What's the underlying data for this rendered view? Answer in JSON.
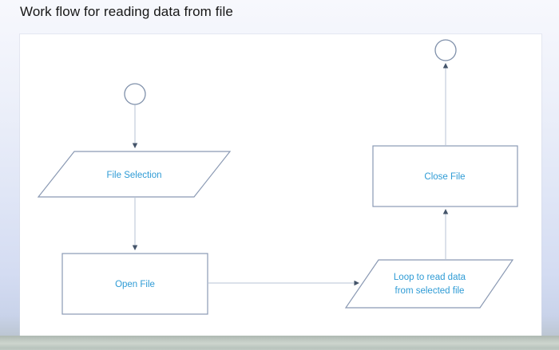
{
  "page": {
    "title": "Work flow for reading data from file"
  },
  "colors": {
    "title_text": "#161616",
    "canvas_bg": "#ffffff",
    "page_bg_top": "#f7f8fd",
    "page_bg_lavender": "#d4dcf2",
    "footer_strip": "#b9c4bd",
    "shape_stroke": "#8a99b3",
    "connector_line": "#b7c3d6",
    "arrowhead": "#44546a",
    "node_label_text": "#2e9bd5"
  },
  "flowchart": {
    "nodes": [
      {
        "id": "start",
        "type": "circle-terminator",
        "label": ""
      },
      {
        "id": "file-selection",
        "type": "parallelogram",
        "label": "File Selection"
      },
      {
        "id": "open-file",
        "type": "rectangle",
        "label": "Open File"
      },
      {
        "id": "loop-read-data",
        "type": "parallelogram",
        "label_line1": "Loop to read data",
        "label_line2": "from selected file"
      },
      {
        "id": "close-file",
        "type": "rectangle",
        "label": "Close File"
      },
      {
        "id": "end",
        "type": "circle-terminator",
        "label": ""
      }
    ],
    "edges": [
      {
        "from": "start",
        "to": "file-selection"
      },
      {
        "from": "file-selection",
        "to": "open-file"
      },
      {
        "from": "open-file",
        "to": "loop-read-data"
      },
      {
        "from": "loop-read-data",
        "to": "close-file"
      },
      {
        "from": "close-file",
        "to": "end"
      }
    ]
  }
}
